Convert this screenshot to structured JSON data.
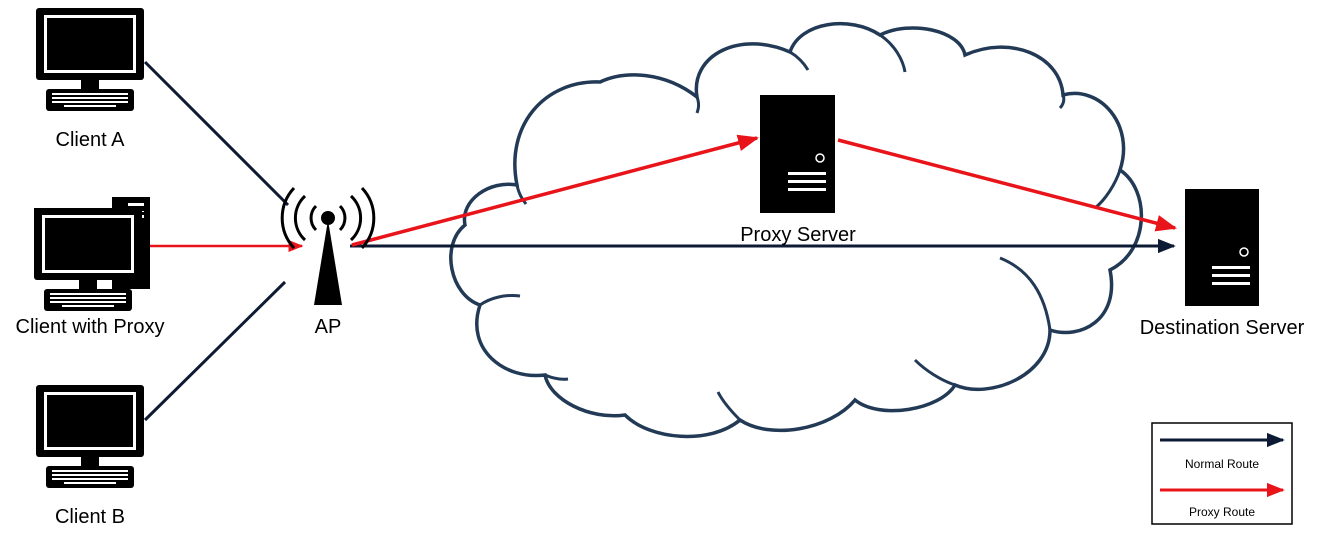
{
  "labels": {
    "client_a": "Client A",
    "client_proxy": "Client with Proxy",
    "client_b": "Client B",
    "ap": "AP",
    "proxy_server": "Proxy Server",
    "destination_server": "Destination Server"
  },
  "legend": {
    "normal": "Normal Route",
    "proxy": "Proxy Route"
  },
  "colors": {
    "normal_route": "#0d1a33",
    "proxy_route": "#e8141a",
    "cloud_outline": "#223a55",
    "device": "#000000"
  },
  "icons": [
    "desktop-computer-icon",
    "desktop-tower-computer-icon",
    "wireless-access-point-icon",
    "server-tower-icon",
    "cloud-icon"
  ]
}
